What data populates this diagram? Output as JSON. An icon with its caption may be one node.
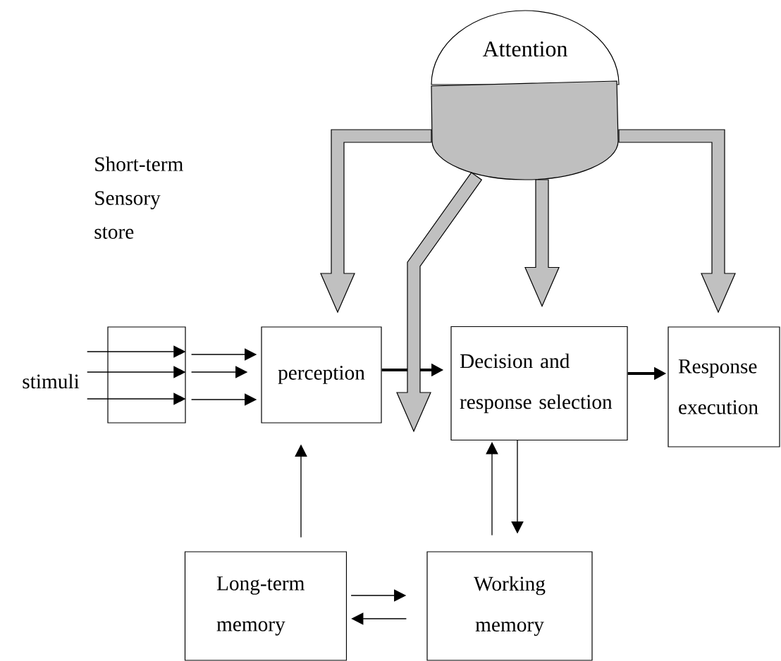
{
  "diagram": {
    "nodes": [
      {
        "text": [
          "Attention"
        ]
      },
      {
        "text": [],
        "shape": "box"
      },
      {
        "text": [
          "perception"
        ]
      },
      {
        "text": [
          "Decision and response selection"
        ]
      },
      {
        "text": [
          "Response execution"
        ]
      },
      {
        "text": [
          "Long-term memory"
        ]
      },
      {
        "text": [
          "Working memory"
        ]
      },
      {
        "text": [
          "stimuli"
        ]
      }
    ],
    "edges": [
      {
        "from": 7,
        "to": 1,
        "arrow": "to"
      },
      {
        "from": 7,
        "to": 1,
        "arrow": "to"
      },
      {
        "from": 7,
        "to": 1,
        "arrow": "to"
      },
      {
        "from": 1,
        "to": 2,
        "arrow": "to"
      },
      {
        "from": 1,
        "to": 2,
        "arrow": "to"
      },
      {
        "from": 1,
        "to": 2,
        "arrow": "to"
      },
      {
        "from": 2,
        "to": 3,
        "arrow": "to",
        "style": "thick"
      },
      {
        "from": 3,
        "to": 4,
        "arrow": "to",
        "style": "thick"
      },
      {
        "from": 5,
        "to": 2,
        "arrow": "to"
      },
      {
        "from": 6,
        "to": 3,
        "arrow": "to"
      },
      {
        "from": 3,
        "to": 6,
        "arrow": "to"
      },
      {
        "from": 5,
        "to": 6,
        "arrow": "to"
      },
      {
        "from": 6,
        "to": 5,
        "arrow": "to"
      },
      {
        "from": 0,
        "to": 2,
        "arrow": "to",
        "style": "thick",
        "color": "#c0c0c0"
      },
      {
        "from": 0,
        "to": null,
        "arrow": "to",
        "style": "thick",
        "color": "#c0c0c0"
      },
      {
        "from": 0,
        "to": 3,
        "arrow": "to",
        "style": "thick",
        "color": "#c0c0c0"
      },
      {
        "from": 0,
        "to": 4,
        "arrow": "to",
        "style": "thick",
        "color": "#c0c0c0"
      }
    ],
    "labels": [
      "Short-term Sensory store"
    ]
  }
}
